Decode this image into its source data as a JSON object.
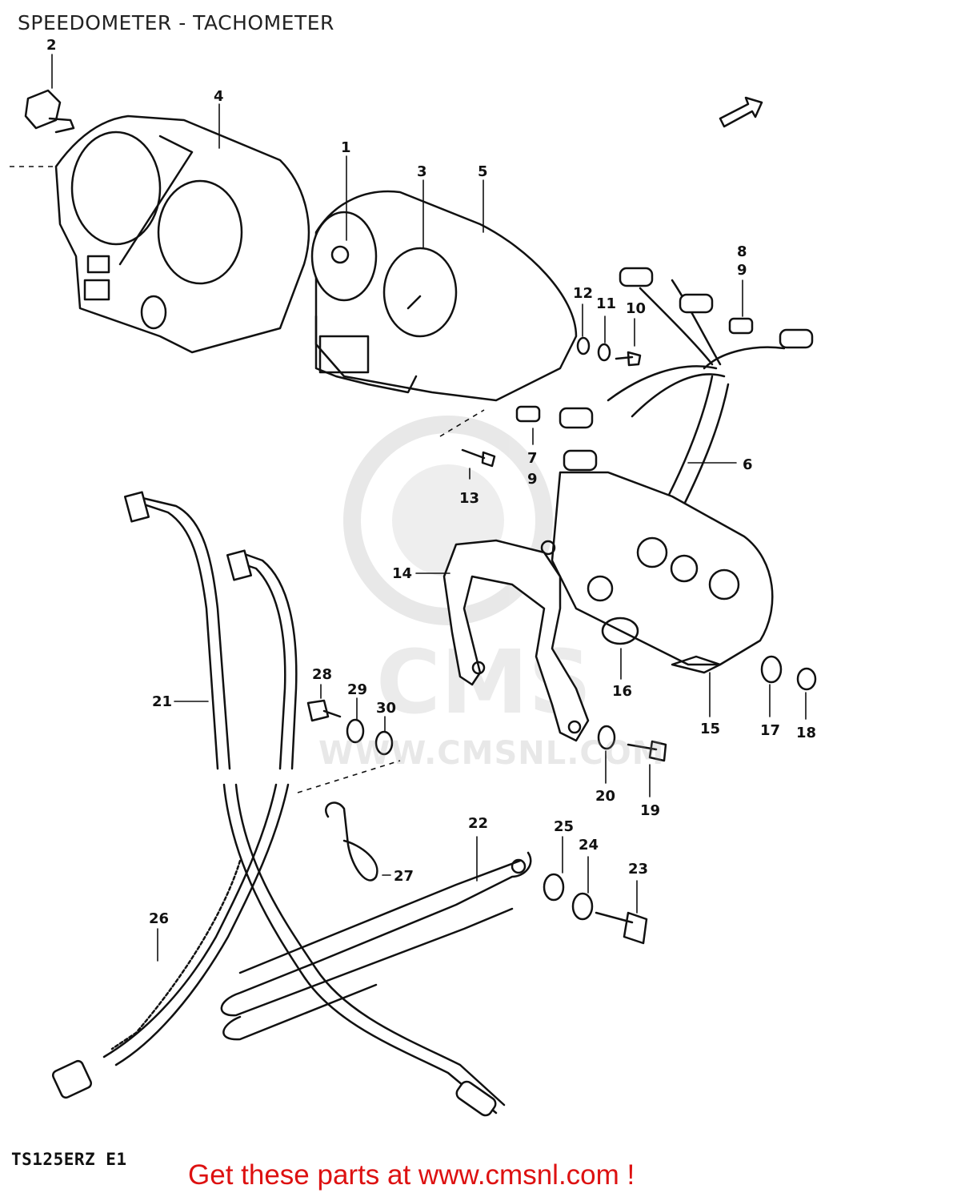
{
  "header": {
    "title": "SPEEDOMETER - TACHOMETER"
  },
  "footer": {
    "model_code": "TS125ERZ  E1",
    "cta": "Get these parts at www.cmsnl.com !"
  },
  "watermark": {
    "logo_text": "CMS",
    "url": "WWW.CMSNL.COM"
  },
  "callouts": [
    {
      "id": "c1",
      "label": "1"
    },
    {
      "id": "c2",
      "label": "2"
    },
    {
      "id": "c3",
      "label": "3"
    },
    {
      "id": "c4",
      "label": "4"
    },
    {
      "id": "c5",
      "label": "5"
    },
    {
      "id": "c6",
      "label": "6"
    },
    {
      "id": "c7",
      "label": "7"
    },
    {
      "id": "c8",
      "label": "8"
    },
    {
      "id": "c9a",
      "label": "9"
    },
    {
      "id": "c9b",
      "label": "9"
    },
    {
      "id": "c10",
      "label": "10"
    },
    {
      "id": "c11",
      "label": "11"
    },
    {
      "id": "c12",
      "label": "12"
    },
    {
      "id": "c13",
      "label": "13"
    },
    {
      "id": "c14",
      "label": "14"
    },
    {
      "id": "c15",
      "label": "15"
    },
    {
      "id": "c16",
      "label": "16"
    },
    {
      "id": "c17",
      "label": "17"
    },
    {
      "id": "c18",
      "label": "18"
    },
    {
      "id": "c19",
      "label": "19"
    },
    {
      "id": "c20",
      "label": "20"
    },
    {
      "id": "c21",
      "label": "21"
    },
    {
      "id": "c22",
      "label": "22"
    },
    {
      "id": "c23",
      "label": "23"
    },
    {
      "id": "c24",
      "label": "24"
    },
    {
      "id": "c25",
      "label": "25"
    },
    {
      "id": "c26",
      "label": "26"
    },
    {
      "id": "c27",
      "label": "27"
    },
    {
      "id": "c28",
      "label": "28"
    },
    {
      "id": "c29",
      "label": "29"
    },
    {
      "id": "c30",
      "label": "30"
    }
  ],
  "colors": {
    "cta": "#dd1111",
    "line": "#111111",
    "watermark": "#9a9a9a"
  }
}
